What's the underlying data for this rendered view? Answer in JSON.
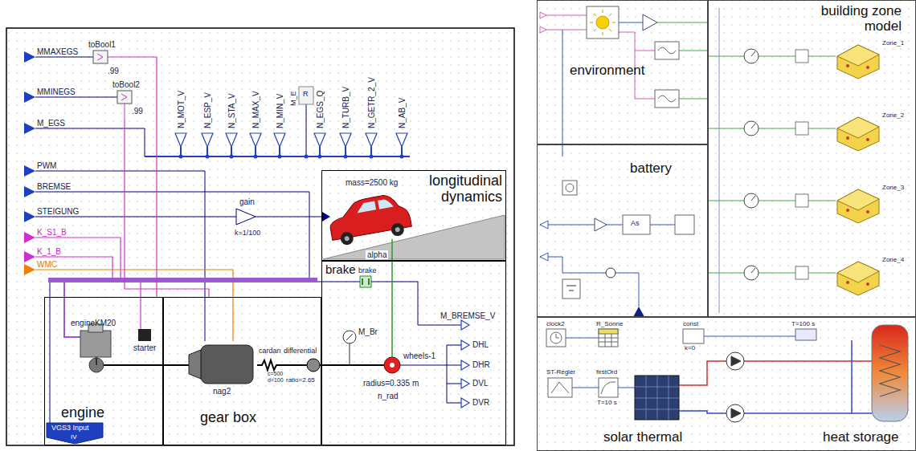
{
  "diagram": {
    "nodes": [
      {
        "text": [
          "engine"
        ]
      },
      {
        "text": [
          "gear box"
        ]
      },
      {
        "text": [
          "brake"
        ]
      },
      {
        "text": [
          "longitudinal dynamics"
        ]
      },
      {
        "text": [
          "toBool1",
          ".99"
        ]
      },
      {
        "text": [
          "toBool2",
          ".99"
        ]
      },
      {
        "text": [
          "gain",
          "k=1/100"
        ]
      },
      {
        "text": [
          "environment"
        ]
      },
      {
        "text": [
          "building zone model"
        ]
      },
      {
        "text": [
          "battery"
        ]
      },
      {
        "text": [
          "solar thermal",
          "heat storage"
        ]
      }
    ],
    "edges": [
      {
        "from": 6,
        "to": 3,
        "arrow": "none"
      },
      {
        "from": 4,
        "to": 0,
        "arrow": "none"
      },
      {
        "from": 5,
        "to": 1,
        "arrow": "none"
      }
    ],
    "labels": [
      "MMAXEGS",
      "MMINEGS",
      "M_EGS",
      "PWM",
      "BREMSE",
      "STEIGUNG",
      "K_S1_B",
      "K_1_B",
      "WMC",
      "N_MOT_V",
      "N_ESP_V",
      "N_STA_V",
      "N_MAX_V",
      "N_MIN_V",
      "M_E",
      "R",
      "N_EGS_Q",
      "N_TURB_V",
      "N_GETR_2_V",
      "N_AB_V",
      "M_BREMSE_V",
      "DHL",
      "DHR",
      "DVL",
      "DVR",
      "engineKM20",
      "starter",
      "nag2",
      "cardan",
      "c=500",
      "d=100",
      "differential",
      "ratio=2.65",
      "brake",
      "M_Br",
      "wheels-1",
      "radius=0.335 m",
      "n_rad",
      "mass=2500 kg",
      "alpha",
      "VGS3 Input",
      "IV",
      "Zone_1",
      "Zone_2",
      "Zone_3",
      "Zone_4",
      "As",
      "clock2",
      "R_Sonne",
      "const",
      "k=0",
      "ST-Regler",
      "firstOrd",
      "T=10 s",
      "T=100 s"
    ]
  }
}
